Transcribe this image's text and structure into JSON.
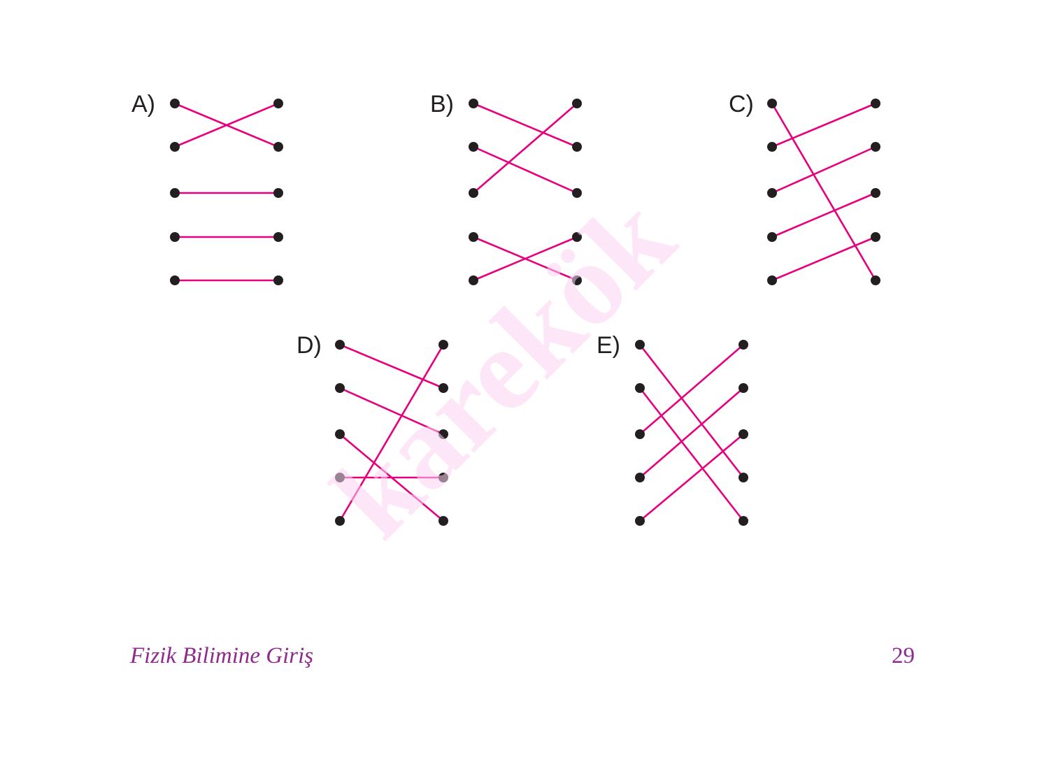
{
  "watermark": "karekök",
  "options": [
    {
      "label": "A)",
      "pairs": [
        [
          1,
          2
        ],
        [
          2,
          1
        ],
        [
          3,
          3
        ],
        [
          4,
          4
        ],
        [
          5,
          5
        ]
      ]
    },
    {
      "label": "B)",
      "pairs": [
        [
          1,
          2
        ],
        [
          2,
          3
        ],
        [
          3,
          1
        ],
        [
          4,
          5
        ],
        [
          5,
          4
        ]
      ]
    },
    {
      "label": "C)",
      "pairs": [
        [
          1,
          5
        ],
        [
          2,
          1
        ],
        [
          3,
          2
        ],
        [
          4,
          3
        ],
        [
          5,
          4
        ]
      ]
    },
    {
      "label": "D)",
      "pairs": [
        [
          1,
          2
        ],
        [
          2,
          3
        ],
        [
          3,
          5
        ],
        [
          4,
          4
        ],
        [
          5,
          1
        ]
      ]
    },
    {
      "label": "E)",
      "pairs": [
        [
          1,
          4
        ],
        [
          2,
          5
        ],
        [
          3,
          1
        ],
        [
          4,
          2
        ],
        [
          5,
          3
        ]
      ]
    }
  ],
  "colors": {
    "line": "#e6007e",
    "dot": "#231f20"
  },
  "footer": {
    "title": "Fizik Bilimine Giriş",
    "page_number": "29"
  }
}
